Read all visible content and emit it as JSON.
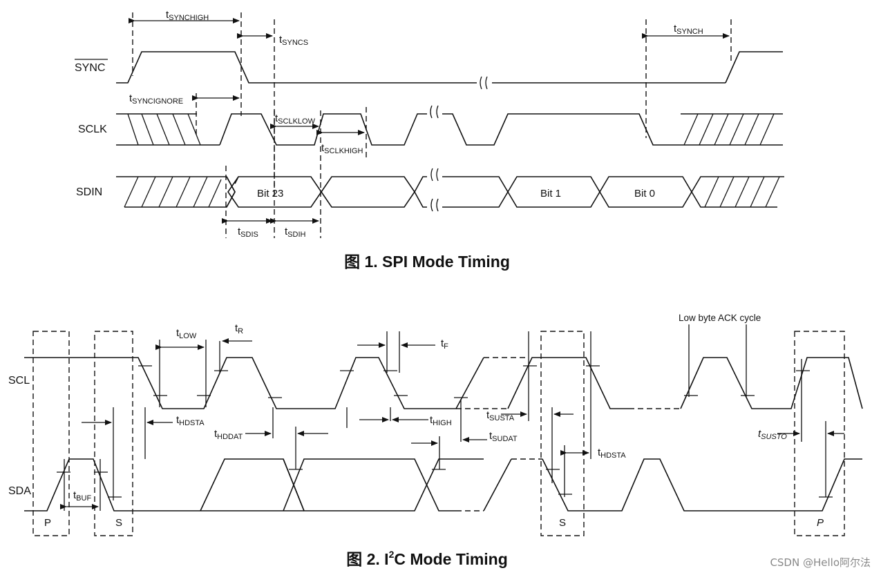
{
  "fig1": {
    "signals": {
      "sync": "SYNC",
      "sclk": "SCLK",
      "sdin": "SDIN"
    },
    "timing": {
      "t_synchigh": "SYNCHIGH",
      "t_syncs": "SYNCS",
      "t_synch": "SYNCH",
      "t_syncignore": "SYNCIGNORE",
      "t_sclklow": "SCLKLOW",
      "t_sclkhigh": "SCLKHIGH",
      "t_sdis": "SDIS",
      "t_sdih": "SDIH"
    },
    "bits": {
      "bit23": "Bit 23",
      "bit1": "Bit 1",
      "bit0": "Bit 0"
    },
    "caption": "图 1.  SPI Mode Timing"
  },
  "fig2": {
    "signals": {
      "scl": "SCL",
      "sda": "SDA"
    },
    "timing": {
      "t_low": "LOW",
      "t_r": "R",
      "t_f": "F",
      "t_hdsta": "HDSTA",
      "t_hddat": "HDDAT",
      "t_high": "HIGH",
      "t_susta": "SUSTA",
      "t_sudat": "SUDAT",
      "t_hdsta2": "HDSTA",
      "t_susto": "SUSTO",
      "t_buf": "BUF"
    },
    "markers": {
      "p1": "P",
      "s1": "S",
      "s2": "S",
      "p2": "P"
    },
    "ack_note": "Low byte ACK cycle",
    "caption_prefix": "图 2.  I",
    "caption_sup": "2",
    "caption_suffix": "C Mode Timing"
  },
  "watermark": "CSDN @Hello阿尔法"
}
